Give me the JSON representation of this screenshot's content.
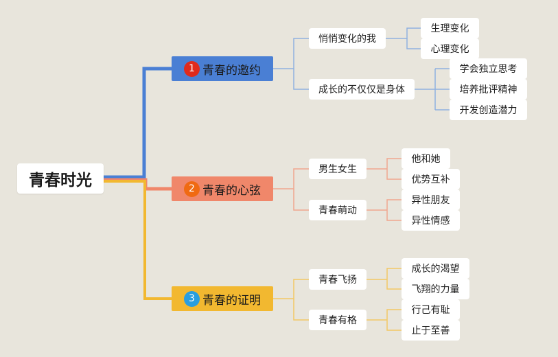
{
  "root": {
    "label": "青春时光"
  },
  "branches": [
    {
      "num": "1",
      "label": "青春的邀约",
      "color": "#4a7fd4",
      "badge_color": "#e02a1c",
      "line_color": "#8fb1e0",
      "children": [
        {
          "label": "悄悄变化的我",
          "children": [
            "生理变化",
            "心理变化"
          ]
        },
        {
          "label": "成长的不仅仅是身体",
          "children": [
            "学会独立思考",
            "培养批评精神",
            "开发创造潜力"
          ]
        }
      ]
    },
    {
      "num": "2",
      "label": "青春的心弦",
      "color": "#f0876a",
      "badge_color": "#f06a12",
      "line_color": "#f0a68e",
      "children": [
        {
          "label": "男生女生",
          "children": [
            "他和她",
            "优势互补"
          ]
        },
        {
          "label": "青春萌动",
          "children": [
            "异性朋友",
            "异性情感"
          ]
        }
      ]
    },
    {
      "num": "3",
      "label": "青春的证明",
      "color": "#f2b830",
      "badge_color": "#2a9ee0",
      "line_color": "#f2c865",
      "children": [
        {
          "label": "青春飞扬",
          "children": [
            "成长的渴望",
            "飞翔的力量"
          ]
        },
        {
          "label": "青春有格",
          "children": [
            "行己有耻",
            "止于至善"
          ]
        }
      ]
    }
  ]
}
